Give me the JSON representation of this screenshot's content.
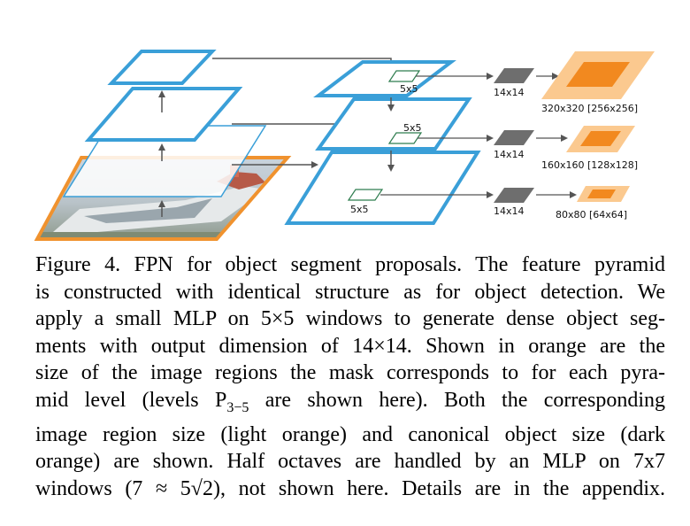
{
  "figure": {
    "window_labels": [
      "5x5",
      "5x5",
      "5x5"
    ],
    "output_labels": [
      "14x14",
      "14x14",
      "14x14"
    ],
    "region_labels": [
      "320x320 [256x256]",
      "160x160 [128x128]",
      "80x80 [64x64]"
    ],
    "colors": {
      "pyramid_blue": "#3a9fd8",
      "image_border_orange": "#f0922e",
      "light_orange": "#fbc98f",
      "dark_orange": "#f2891f",
      "mask_gray": "#6e6e6e",
      "window_green": "#2e7d4f"
    }
  },
  "caption": {
    "lines": [
      "Figure 4. FPN for object segment proposals. The feature pyramid",
      "is constructed with identical structure as for object detection. We",
      "apply a small MLP on 5×5 windows to generate dense object seg-",
      "ments with output dimension of 14×14. Shown in orange are the",
      "size of the image regions the mask corresponds to for each pyra-",
      "mid level (levels P",
      "3−5",
      " are shown here).  Both the corresponding",
      "image region size (light orange) and canonical object size (dark",
      "orange) are shown.  Half octaves are handled by an MLP on 7x7",
      "windows (7 ≈ 5√2), not shown here. Details are in the appendix."
    ]
  }
}
